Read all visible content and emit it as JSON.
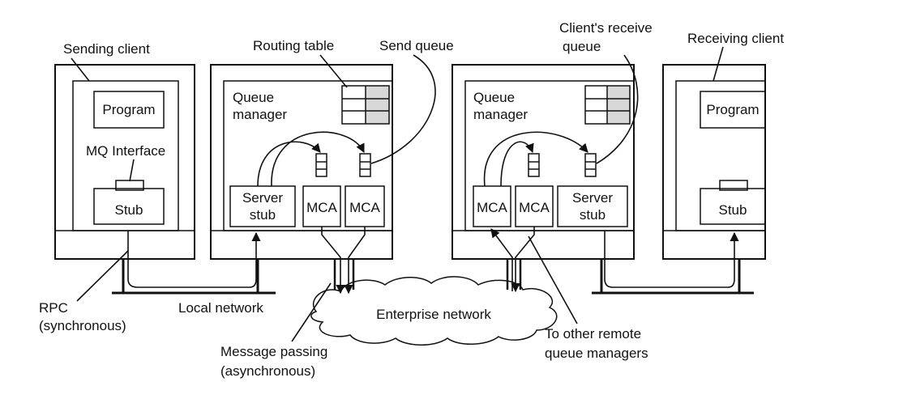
{
  "labels": {
    "sending_client": "Sending client",
    "receiving_client": "Receiving client",
    "routing_table": "Routing table",
    "send_queue": "Send queue",
    "clients_receive_queue_line1": "Client's receive",
    "clients_receive_queue_line2": "queue",
    "program": "Program",
    "mq_interface": "MQ Interface",
    "stub": "Stub",
    "queue_manager_line1": "Queue",
    "queue_manager_line2": "manager",
    "server_stub_line1": "Server",
    "server_stub_line2": "stub",
    "mca": "MCA",
    "rpc_line1": "RPC",
    "rpc_line2": "(synchronous)",
    "local_network": "Local network",
    "enterprise_network": "Enterprise network",
    "message_passing_line1": "Message passing",
    "message_passing_line2": "(asynchronous)",
    "to_other_remote_line1": "To other remote",
    "to_other_remote_line2": "queue managers"
  }
}
